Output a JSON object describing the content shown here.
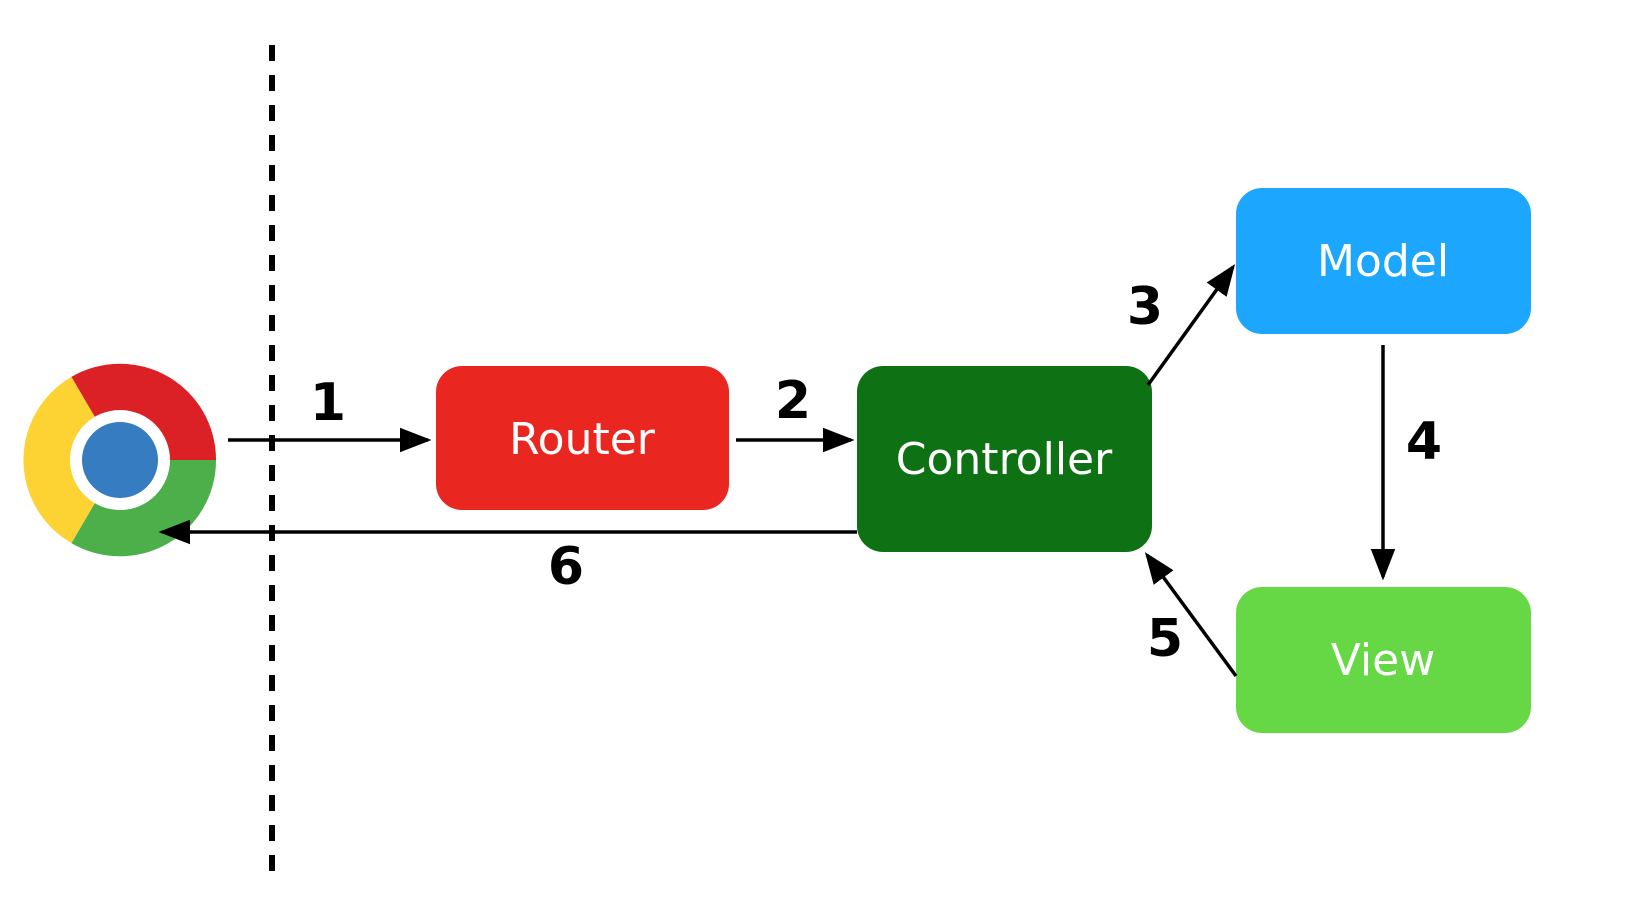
{
  "nodes": {
    "router": {
      "label": "Router",
      "color": "#ea2620"
    },
    "controller": {
      "label": "Controller",
      "color": "#0e7215"
    },
    "model": {
      "label": "Model",
      "color": "#1da6fd"
    },
    "view": {
      "label": "View",
      "color": "#66d845"
    }
  },
  "steps": [
    "1",
    "2",
    "3",
    "4",
    "5",
    "6"
  ],
  "browser_icon": {
    "name": "chrome-icon",
    "colors": {
      "red": "#db2126",
      "yellow": "#fdd334",
      "green": "#4caf49",
      "center": "#367cc1"
    }
  },
  "separator": {
    "style": "dashed"
  }
}
